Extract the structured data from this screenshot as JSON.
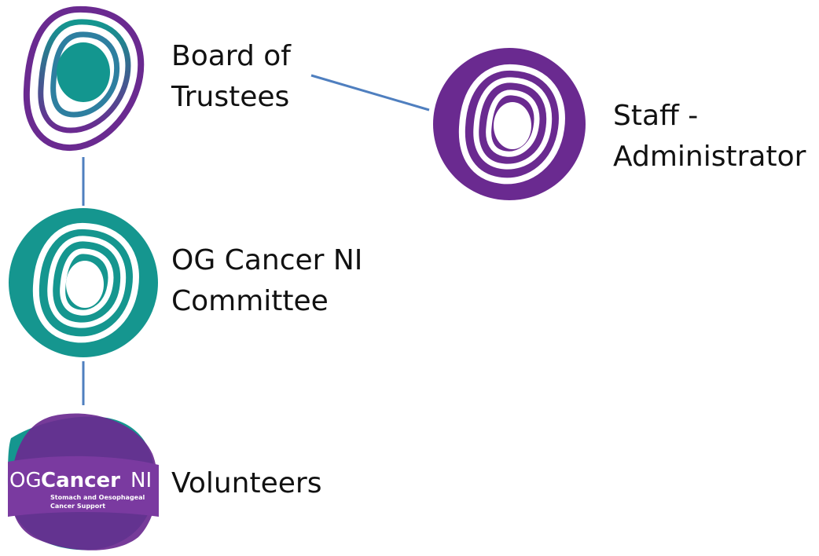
{
  "org_chart": {
    "nodes": [
      {
        "id": "board",
        "lines": [
          "Board of",
          "Trustees"
        ]
      },
      {
        "id": "staff",
        "lines": [
          "Staff -",
          "Administrator"
        ]
      },
      {
        "id": "committee",
        "lines": [
          "OG Cancer NI",
          "Committee"
        ]
      },
      {
        "id": "volunteers",
        "lines": [
          "Volunteers"
        ]
      }
    ],
    "edges": [
      {
        "from": "board",
        "to": "staff"
      },
      {
        "from": "board",
        "to": "committee"
      },
      {
        "from": "committee",
        "to": "volunteers"
      }
    ]
  },
  "logo": {
    "prefix": "OG",
    "brand": "Cancer",
    "suffix": "NI",
    "tagline_line1": "Stomach and Oesophageal",
    "tagline_line2": "Cancer Support"
  },
  "colors": {
    "purple": "#6a2a90",
    "teal": "#15968f",
    "connector": "#4f7fbf",
    "text": "#111111"
  }
}
